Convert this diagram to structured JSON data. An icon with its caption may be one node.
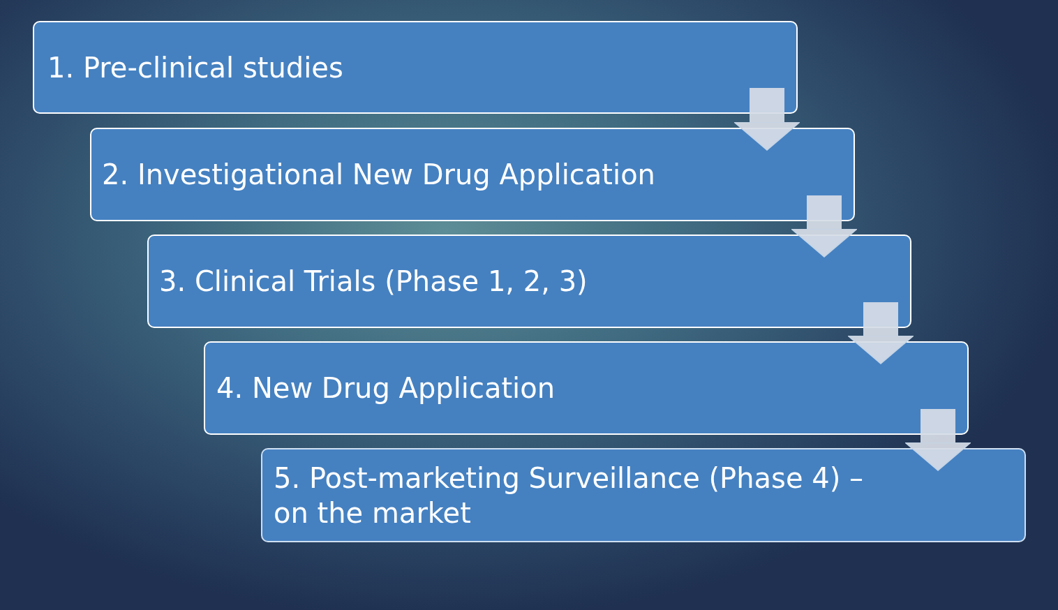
{
  "diagram": {
    "nodes": [
      {
        "text": [
          "1. Pre-clinical studies"
        ]
      },
      {
        "text": [
          "2. Investigational New Drug Application"
        ]
      },
      {
        "text": [
          "3. Clinical Trials (Phase 1, 2, 3)"
        ]
      },
      {
        "text": [
          "4. New Drug Application"
        ]
      },
      {
        "text": [
          "5. Post-marketing Surveillance (Phase 4) – on the market"
        ]
      }
    ],
    "edges": [
      {
        "from": 0,
        "to": 1,
        "arrow": "to"
      },
      {
        "from": 1,
        "to": 2,
        "arrow": "to"
      },
      {
        "from": 2,
        "to": 3,
        "arrow": "to"
      },
      {
        "from": 3,
        "to": 4,
        "arrow": "to"
      }
    ]
  }
}
